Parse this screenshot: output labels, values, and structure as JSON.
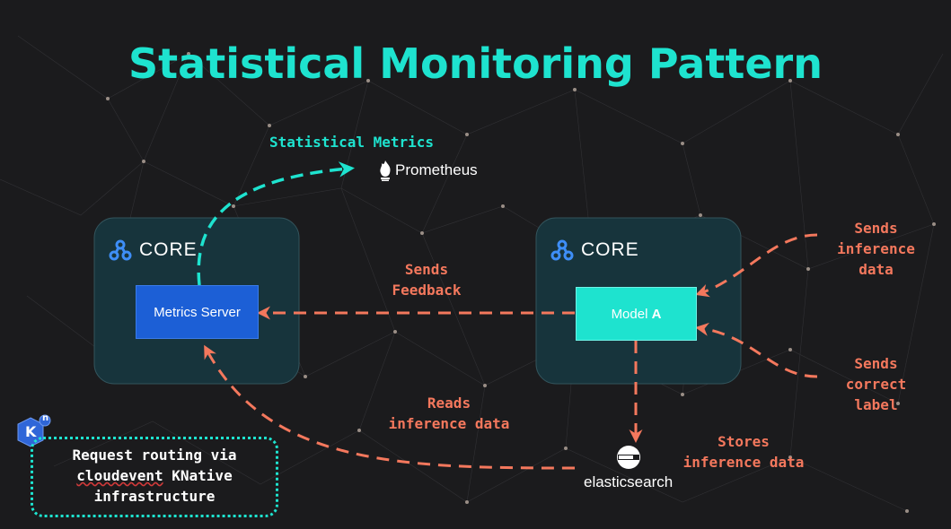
{
  "title": "Statistical Monitoring Pattern",
  "colors": {
    "accent": "#1ee3cf",
    "arrow_orange": "#f4785d",
    "metrics_blue": "#1c5fd6",
    "background": "#1b1b1d"
  },
  "labels": {
    "statistical_metrics": "Statistical Metrics",
    "sends_feedback": [
      "Sends",
      "Feedback"
    ],
    "reads_inference": [
      "Reads",
      "inference data"
    ],
    "stores_inference": [
      "Stores",
      "inference data"
    ],
    "sends_inference": [
      "Sends",
      "inference",
      "data"
    ],
    "sends_label": [
      "Sends",
      "correct",
      "label"
    ]
  },
  "core_left": {
    "label": "CORE",
    "node": "Metrics Server"
  },
  "core_right": {
    "label": "CORE",
    "node_prefix": "Model ",
    "node_suffix": "A"
  },
  "prometheus": {
    "label": "Prometheus",
    "icon": "flame-icon"
  },
  "elasticsearch": {
    "label": "elasticsearch",
    "icon": "elasticsearch-logo"
  },
  "note": {
    "lines": [
      "Request routing via",
      "cloudevent",
      "KNative",
      "infrastructure"
    ],
    "badge": "K",
    "badge_sup": "n"
  }
}
